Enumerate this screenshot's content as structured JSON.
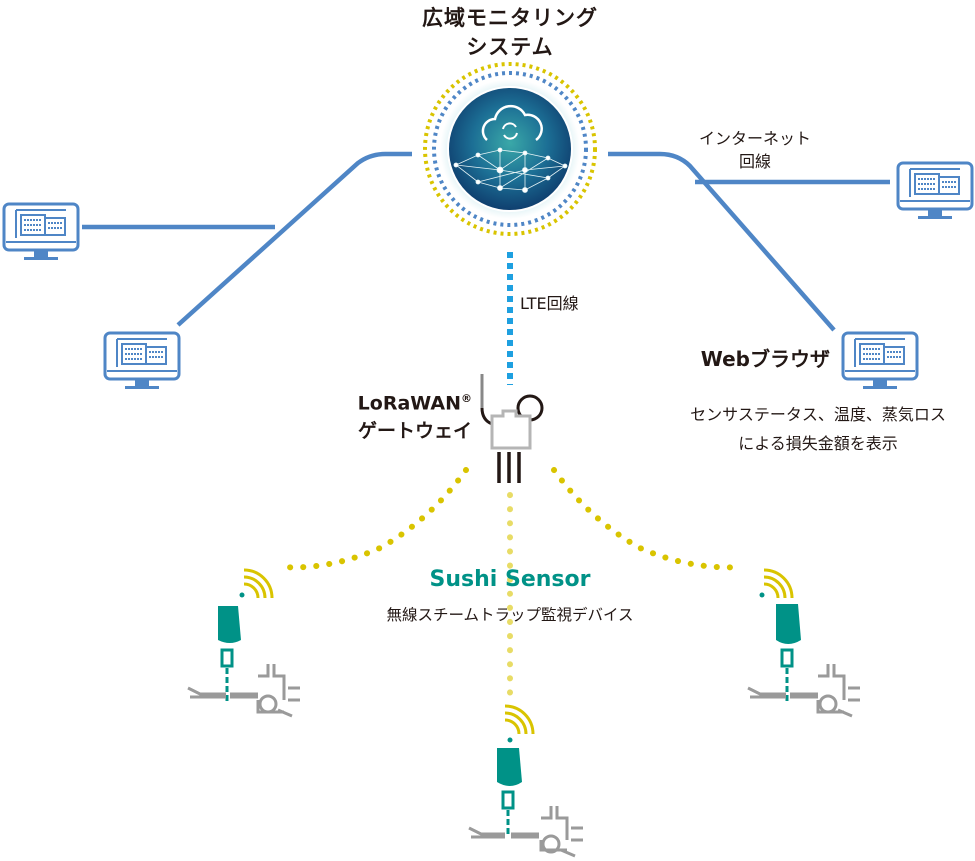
{
  "colors": {
    "network_line": "#4f86c6",
    "lte_dots": "#1ea0e0",
    "lora_dots": "#d9c400",
    "sensor": "#009287",
    "pipe": "#9a9a9a",
    "hub_dark": "#0f3e6e",
    "hub_light": "#3aa8a8",
    "text": "#231815"
  },
  "hub": {
    "title_line1": "広域モニタリング",
    "title_line2": "システム",
    "icon": "cloud-sync-network-icon"
  },
  "links": {
    "internet_line1": "インターネット",
    "internet_line2": "回線",
    "lte": "LTE回線"
  },
  "gateway": {
    "label_line1": "LoRaWAN",
    "label_mark": "®",
    "label_line2": "ゲートウェイ",
    "icon": "lorawan-gateway-icon"
  },
  "browser": {
    "label": "Webブラウザ",
    "desc_line1": "センサステータス、温度、蒸気ロス",
    "desc_line2": "による損失金額を表示",
    "icon": "monitor-icon"
  },
  "sensor": {
    "name": "Sushi Sensor",
    "subtitle": "無線スチームトラップ監視デバイス",
    "icon": "steam-trap-sensor-icon"
  },
  "monitors": [
    {
      "id": "left-top"
    },
    {
      "id": "left-bottom"
    },
    {
      "id": "right-top"
    },
    {
      "id": "right-bottom"
    }
  ]
}
